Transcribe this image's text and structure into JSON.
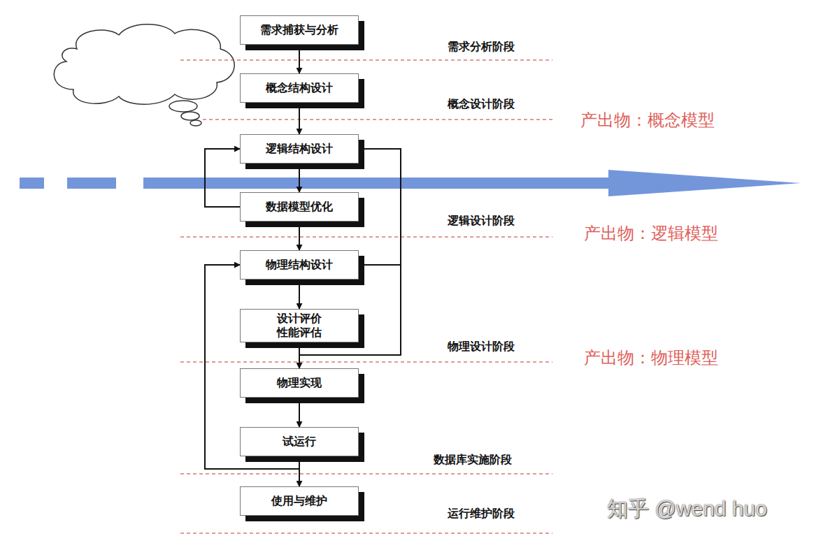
{
  "diagram": {
    "nodes": [
      {
        "text": [
          "需求捕获与分析"
        ]
      },
      {
        "text": [
          "概念结构设计"
        ]
      },
      {
        "text": [
          "逻辑结构设计"
        ]
      },
      {
        "text": [
          "数据模型优化"
        ]
      },
      {
        "text": [
          "物理结构设计"
        ]
      },
      {
        "text": [
          "设计评价 性能评估"
        ]
      },
      {
        "text": [
          "物理实现"
        ]
      },
      {
        "text": [
          "试运行"
        ]
      },
      {
        "text": [
          "使用与维护"
        ]
      }
    ],
    "edges": [
      {
        "from": 0,
        "to": 1,
        "arrow": "to"
      },
      {
        "from": 1,
        "to": 2,
        "arrow": "to"
      },
      {
        "from": 2,
        "to": 3,
        "arrow": "to"
      },
      {
        "from": 3,
        "to": 2,
        "arrow": "to"
      },
      {
        "from": 3,
        "to": 4,
        "arrow": "to"
      },
      {
        "from": 4,
        "to": 5,
        "arrow": "to"
      },
      {
        "from": 5,
        "to": 2,
        "arrow": "to"
      },
      {
        "from": 5,
        "to": 4,
        "arrow": "to"
      },
      {
        "from": 5,
        "to": 6,
        "arrow": "to"
      },
      {
        "from": 6,
        "to": 7,
        "arrow": "to"
      },
      {
        "from": 7,
        "to": 4,
        "arrow": "to"
      },
      {
        "from": 7,
        "to": 8,
        "arrow": "to"
      }
    ],
    "labels": [
      "需求分析阶段",
      "概念设计阶段",
      "产出物：概念模型",
      "逻辑设计阶段",
      "产出物：逻辑模型",
      "物理设计阶段",
      "产出物：物理模型",
      "数据库实施阶段",
      "运行维护阶段",
      "知乎 @wend huo"
    ]
  }
}
